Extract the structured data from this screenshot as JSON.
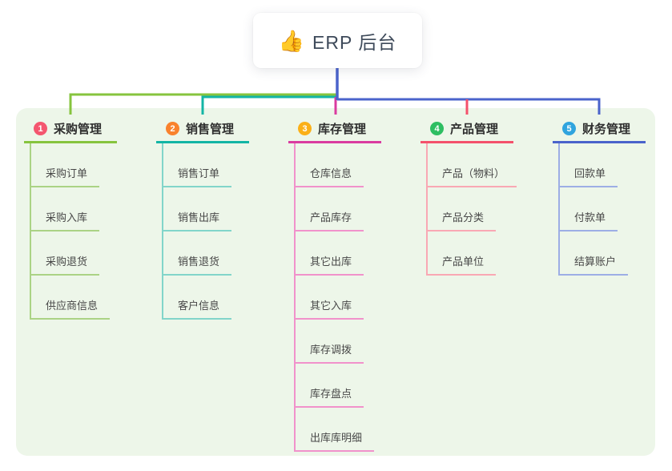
{
  "root": {
    "emoji": "👍",
    "emoji_name": "thumbs-up-emoji",
    "label": "ERP 后台"
  },
  "branches": [
    {
      "index": "1",
      "label": "采购管理",
      "badge_color": "#f4566f",
      "line_color": "#86c43e",
      "child_line_color": "#abd385",
      "children": [
        "采购订单",
        "采购入库",
        "采购退货",
        "供应商信息"
      ]
    },
    {
      "index": "2",
      "label": "销售管理",
      "badge_color": "#f9822d",
      "line_color": "#13b5a5",
      "child_line_color": "#82d5ca",
      "children": [
        "销售订单",
        "销售出库",
        "销售退货",
        "客户信息"
      ]
    },
    {
      "index": "3",
      "label": "库存管理",
      "badge_color": "#fbb018",
      "line_color": "#da3ba0",
      "child_line_color": "#f192cb",
      "children": [
        "仓库信息",
        "产品库存",
        "其它出库",
        "其它入库",
        "库存调拨",
        "库存盘点",
        "出库库明细"
      ]
    },
    {
      "index": "4",
      "label": "产品管理",
      "badge_color": "#2ebe62",
      "line_color": "#f4516c",
      "child_line_color": "#f9a8b4",
      "children": [
        "产品（物料）",
        "产品分类",
        "产品单位"
      ]
    },
    {
      "index": "5",
      "label": "财务管理",
      "badge_color": "#30a4de",
      "line_color": "#4a63cb",
      "child_line_color": "#9daee5",
      "children": [
        "回款单",
        "付款单",
        "结算账户"
      ]
    }
  ],
  "colors": {
    "panel_bg": "#edf6e9",
    "root_stem": "#4a63cb",
    "root_text": "#3e4a5a"
  }
}
